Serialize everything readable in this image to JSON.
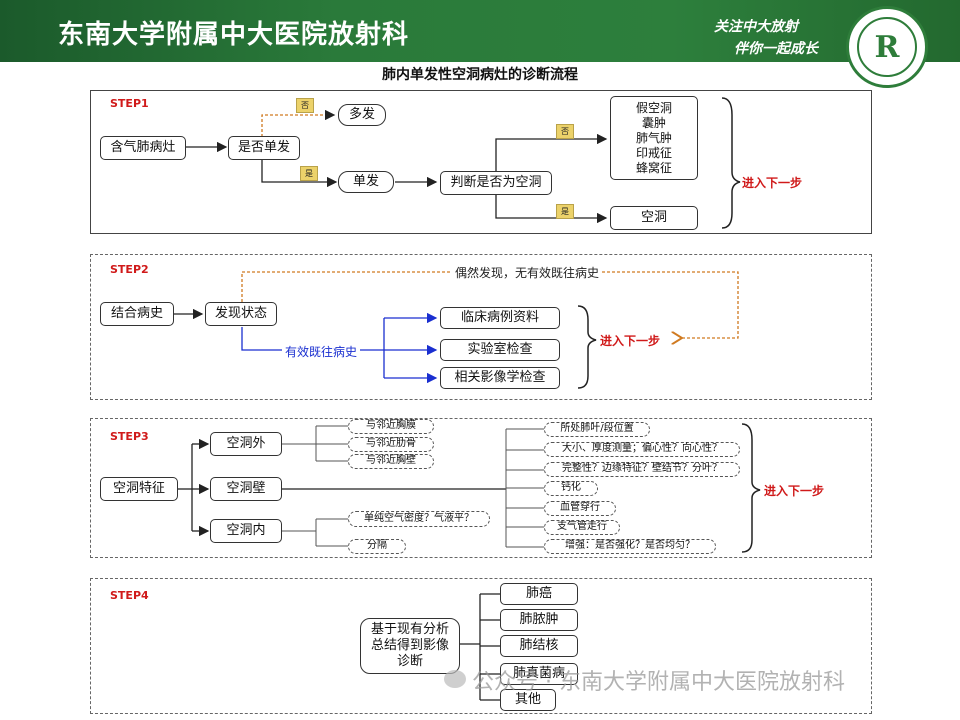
{
  "header": {
    "title": "东南大学附属中大医院放射科",
    "slogan1": "关注中大放射",
    "slogan2": "伴你一起成长"
  },
  "main_title": "肺内单发性空洞病灶的诊断流程",
  "step1": {
    "label": "STEP1",
    "start": "含气肺病灶",
    "decision": "是否单发",
    "multi": "多发",
    "single": "单发",
    "judge": "判断是否为空洞",
    "no": "否",
    "yes": "是",
    "pseudo": [
      "假空洞",
      "囊肿",
      "肺气肿",
      "印戒征",
      "蜂窝征"
    ],
    "cavity": "空洞",
    "next": "进入下一步"
  },
  "step2": {
    "label": "STEP2",
    "start": "结合病史",
    "state": "发现状态",
    "incidental": "偶然发现，无有效既往病史",
    "history": "有效既往病史",
    "items": [
      "临床病例资料",
      "实验室检查",
      "相关影像学检查"
    ],
    "next": "进入下一步"
  },
  "step3": {
    "label": "STEP3",
    "start": "空洞特征",
    "outer": "空洞外",
    "wall": "空洞壁",
    "inner": "空洞内",
    "outer_items": [
      "与邻近胸膜",
      "与邻近肋骨",
      "与邻近胸壁"
    ],
    "inner_items": [
      "单纯空气密度？气液平？",
      "分隔"
    ],
    "wall_items": [
      "所处肺叶/段位置",
      "大小、厚度测量；偏心性？向心性？",
      "完整性？边缘特征？壁结节？分叶？",
      "钙化",
      "血管穿行",
      "支气管走行",
      "增强：是否强化？是否均匀？"
    ],
    "next": "进入下一步"
  },
  "step4": {
    "label": "STEP4",
    "summary": "基于现有分析总结得到影像诊断",
    "items": [
      "肺癌",
      "肺脓肿",
      "肺结核",
      "肺真菌病",
      "其他"
    ]
  },
  "watermark": "公众号 · 东南大学附属中大医院放射科"
}
